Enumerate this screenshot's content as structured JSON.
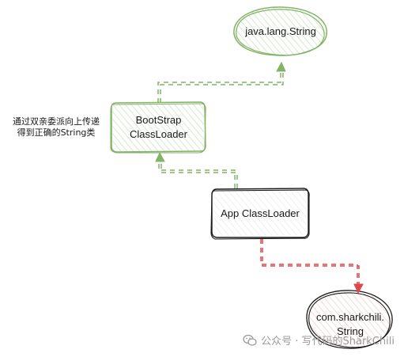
{
  "nodes": {
    "java_string": {
      "label": "java.lang.String"
    },
    "bootstrap": {
      "line1": "BootStrap",
      "line2": "ClassLoader"
    },
    "app_loader": {
      "label": "App ClassLoader"
    },
    "custom_string": {
      "line1": "com.sharkchili.",
      "line2": "String"
    }
  },
  "annotation": {
    "line1": "通过双亲委派向上传递",
    "line2": "得到正确的String类"
  },
  "watermark": {
    "text": "公众号 · 写代码的SharkChili"
  },
  "colors": {
    "green_stroke": "#82b366",
    "green_fill": "#d5e8d4",
    "red_stroke": "#e0474c",
    "red_fill": "#f8cecc",
    "black_stroke": "#1a1a1a",
    "white_fill": "#f5f5f5"
  }
}
